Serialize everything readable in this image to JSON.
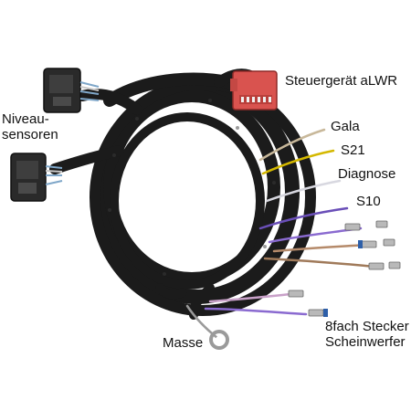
{
  "labels": {
    "steuergeraet": "Steuergerät aLWR",
    "niveau": "Niveau-\nsensoren",
    "gala": "Gala",
    "s21": "S21",
    "diagnose": "Diagnose",
    "s10": "S10",
    "masse": "Masse",
    "stecker": "8fach Stecker\nScheinwerfer"
  },
  "colors": {
    "cable": "#1b1b1b",
    "connector_red": "#d9534f",
    "connector_black": "#2a2a2a",
    "wire_gala": "#c8b89a",
    "wire_s21": "#d4b800",
    "wire_diagnose": "#d8d8e0",
    "wire_s10": "#6a4fb8"
  }
}
